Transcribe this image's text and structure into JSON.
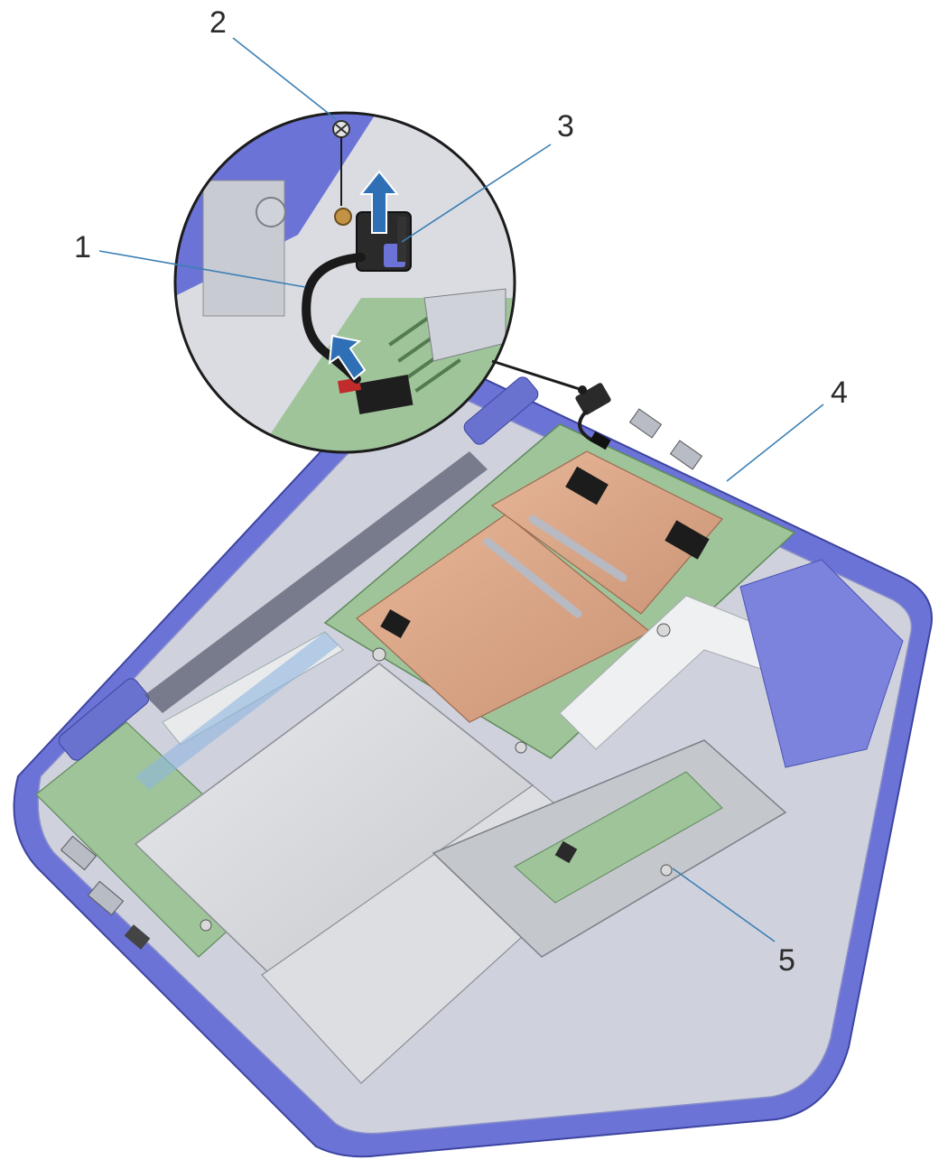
{
  "diagram": {
    "callouts": [
      {
        "id": "1",
        "label": "1"
      },
      {
        "id": "2",
        "label": "2"
      },
      {
        "id": "3",
        "label": "3"
      },
      {
        "id": "4",
        "label": "4"
      },
      {
        "id": "5",
        "label": "5"
      }
    ],
    "colors": {
      "chassis": "#6b74d6",
      "chassis_dark": "#4a52b5",
      "board": "#9fc49a",
      "copper": "#d9a88a",
      "metal": "#d7d9dd",
      "arrow": "#2f6fb5",
      "leader": "#3b7fb4",
      "cable": "#1e1e1e"
    },
    "icons": [
      "screw-icon",
      "lift-arrow-icon",
      "disconnect-arrow-icon"
    ]
  }
}
